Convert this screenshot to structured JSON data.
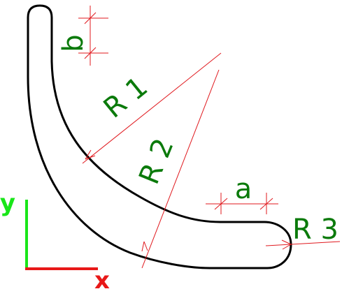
{
  "diagram": {
    "labels": {
      "b": "b",
      "r1": "R 1",
      "r2": "R 2",
      "a": "a",
      "r3": "R 3"
    },
    "axes": {
      "y": "y",
      "x": "x"
    },
    "colors": {
      "outline": "#000000",
      "dimension_line": "#e0191e",
      "label_text": "#0b7a0b",
      "y_axis": "#19e619",
      "x_axis": "#e81818"
    }
  }
}
